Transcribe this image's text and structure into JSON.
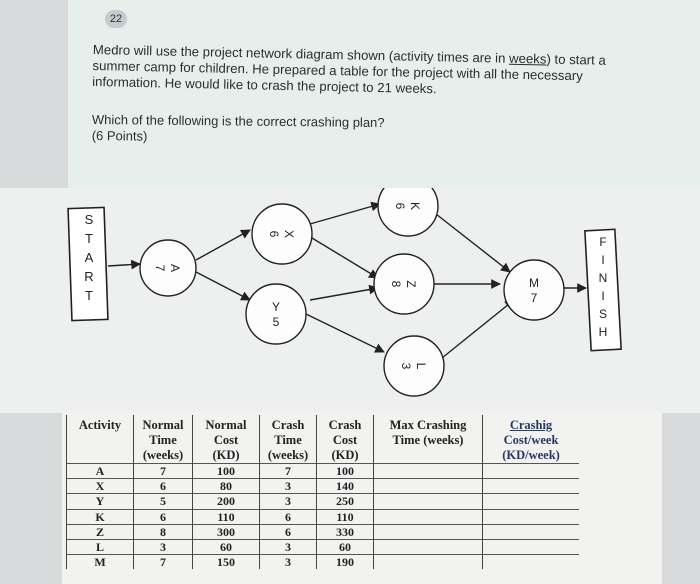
{
  "question": {
    "number": "22",
    "text_pre": "Medro will use the project network diagram shown (activity times are in ",
    "text_weeks": "weeks",
    "text_post": ") to start a summer camp for children. He prepared a table for the project with all the necessary information. He would like to crash the project to 21 weeks.",
    "prompt": "Which of the following is the correct crashing plan?",
    "points": "(6 Points)"
  },
  "diagram": {
    "start_label": "START",
    "finish_label": "FINISH",
    "nodes": [
      {
        "id": "A",
        "letter": "A",
        "time": "7"
      },
      {
        "id": "X",
        "letter": "X",
        "time": "6"
      },
      {
        "id": "Y",
        "letter": "Y",
        "time": "5"
      },
      {
        "id": "K",
        "letter": "K",
        "time": "6"
      },
      {
        "id": "Z",
        "letter": "Z",
        "time": "8"
      },
      {
        "id": "L",
        "letter": "L",
        "time": "3"
      },
      {
        "id": "M",
        "letter": "M",
        "time": "7"
      }
    ]
  },
  "table": {
    "headers": {
      "activity": "Activity",
      "normal_time": [
        "Normal",
        "Time",
        "(weeks)"
      ],
      "normal_cost": [
        "Normal",
        "Cost",
        "(KD)"
      ],
      "crash_time": [
        "Crash",
        "Time",
        "(weeks)"
      ],
      "crash_cost": [
        "Crash",
        "Cost",
        "(KD)"
      ],
      "max_crashing": [
        "Max Crashing",
        "Time (weeks)"
      ],
      "crash_cost_week": [
        "Crashig",
        "Cost/week",
        "(KD/week)"
      ]
    },
    "rows": [
      {
        "activity": "A",
        "normal_time": "7",
        "normal_cost": "100",
        "crash_time": "7",
        "crash_cost": "100"
      },
      {
        "activity": "X",
        "normal_time": "6",
        "normal_cost": "80",
        "crash_time": "3",
        "crash_cost": "140"
      },
      {
        "activity": "Y",
        "normal_time": "5",
        "normal_cost": "200",
        "crash_time": "3",
        "crash_cost": "250"
      },
      {
        "activity": "K",
        "normal_time": "6",
        "normal_cost": "110",
        "crash_time": "6",
        "crash_cost": "110"
      },
      {
        "activity": "Z",
        "normal_time": "8",
        "normal_cost": "300",
        "crash_time": "6",
        "crash_cost": "330"
      },
      {
        "activity": "L",
        "normal_time": "3",
        "normal_cost": "60",
        "crash_time": "3",
        "crash_cost": "60"
      },
      {
        "activity": "M",
        "normal_time": "7",
        "normal_cost": "150",
        "crash_time": "3",
        "crash_cost": "190"
      }
    ]
  }
}
